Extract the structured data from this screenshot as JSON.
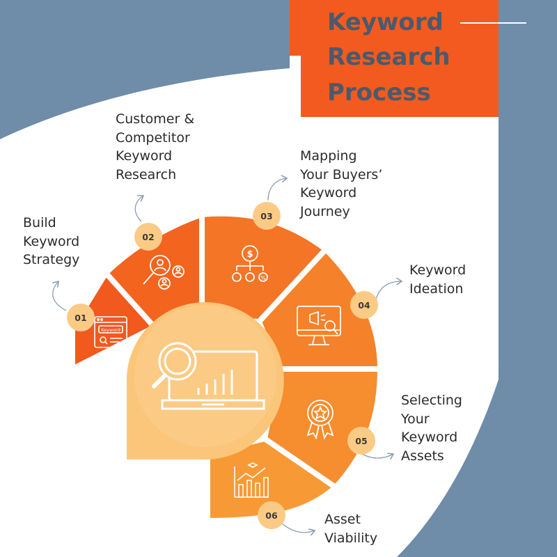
{
  "title": {
    "line1": "Keyword",
    "line2": "Research",
    "line3": "Process"
  },
  "steps": [
    {
      "num": "01",
      "lines": [
        "Build",
        "Keyword",
        "Strategy"
      ],
      "icon": "keyword-browser-icon"
    },
    {
      "num": "02",
      "lines": [
        "Customer &",
        "Competitor",
        "Keyword",
        "Research"
      ],
      "icon": "people-search-icon"
    },
    {
      "num": "03",
      "lines": [
        "Mapping",
        "Your Buyers’",
        "Keyword",
        "Journey"
      ],
      "icon": "dollar-flow-icon"
    },
    {
      "num": "04",
      "lines": [
        "Keyword",
        "Ideation"
      ],
      "icon": "monitor-megaphone-icon"
    },
    {
      "num": "05",
      "lines": [
        "Selecting",
        "Your",
        "Keyword",
        "Assets"
      ],
      "icon": "award-ribbon-icon"
    },
    {
      "num": "06",
      "lines": [
        "Asset",
        "Viability"
      ],
      "icon": "growth-chart-icon"
    }
  ],
  "center": {
    "icon": "laptop-magnifier-icon"
  },
  "icon_text": {
    "keyword_tag": "Keyword"
  },
  "colors": {
    "background_blue": "#6f8ca9",
    "title_orange": "#f35a1f",
    "title_text": "#4a5a6c",
    "segment_1": "#f1591f",
    "segment_2": "#f3641f",
    "segment_3": "#f47525",
    "segment_4": "#f5822a",
    "segment_5": "#f68d2f",
    "segment_6": "#f79a35",
    "center": "#fbc57a",
    "badge": "#fbcb86"
  }
}
